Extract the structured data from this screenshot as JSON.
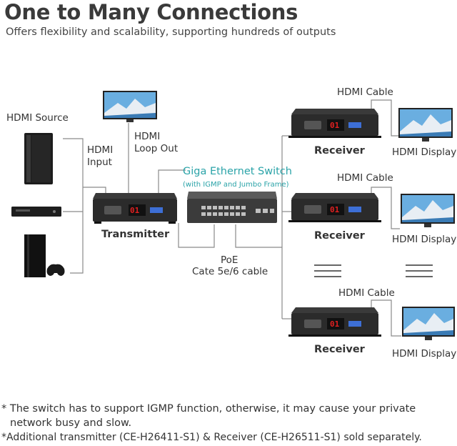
{
  "title": "One to Many Connections",
  "subtitle": "Offers flexibility and scalability, supporting hundreds of outputs",
  "labels": {
    "hdmi_source": "HDMI Source",
    "hdmi_input_1": "HDMI",
    "hdmi_input_2": "Input",
    "hdmi_loop_1": "HDMI",
    "hdmi_loop_2": "Loop Out",
    "transmitter": "Transmitter",
    "switch_title": "Giga Ethernet Switch",
    "switch_sub": "(with IGMP and Jumbo Frame)",
    "poe_1": "PoE",
    "poe_2": "Cate 5e/6 cable",
    "hdmi_cable_1": "HDMI Cable",
    "hdmi_cable_2": "HDMI Cable",
    "hdmi_cable_3": "HDMI Cable",
    "receiver_1": "Receiver",
    "receiver_2": "Receiver",
    "receiver_3": "Receiver",
    "hdmi_display_1": "HDMI Display",
    "hdmi_display_2": "HDMI Display",
    "hdmi_display_3": "HDMI Display",
    "tx_led": "01",
    "rx_led_1": "01",
    "rx_led_2": "01",
    "rx_led_3": "01"
  },
  "footnotes": {
    "line1": "* The switch has to support IGMP function, otherwise, it may cause your private",
    "line2": "network busy and slow.",
    "line3": "*Additional transmitter (CE-H26411-S1) & Receiver (CE-H26511-S1) sold separately."
  },
  "colors": {
    "wire": "#8a8a8a",
    "switch_accent": "#2aa3a8",
    "device_body": "#2b2b2b",
    "led": "#e02020",
    "dip": "#3d6fd6"
  }
}
